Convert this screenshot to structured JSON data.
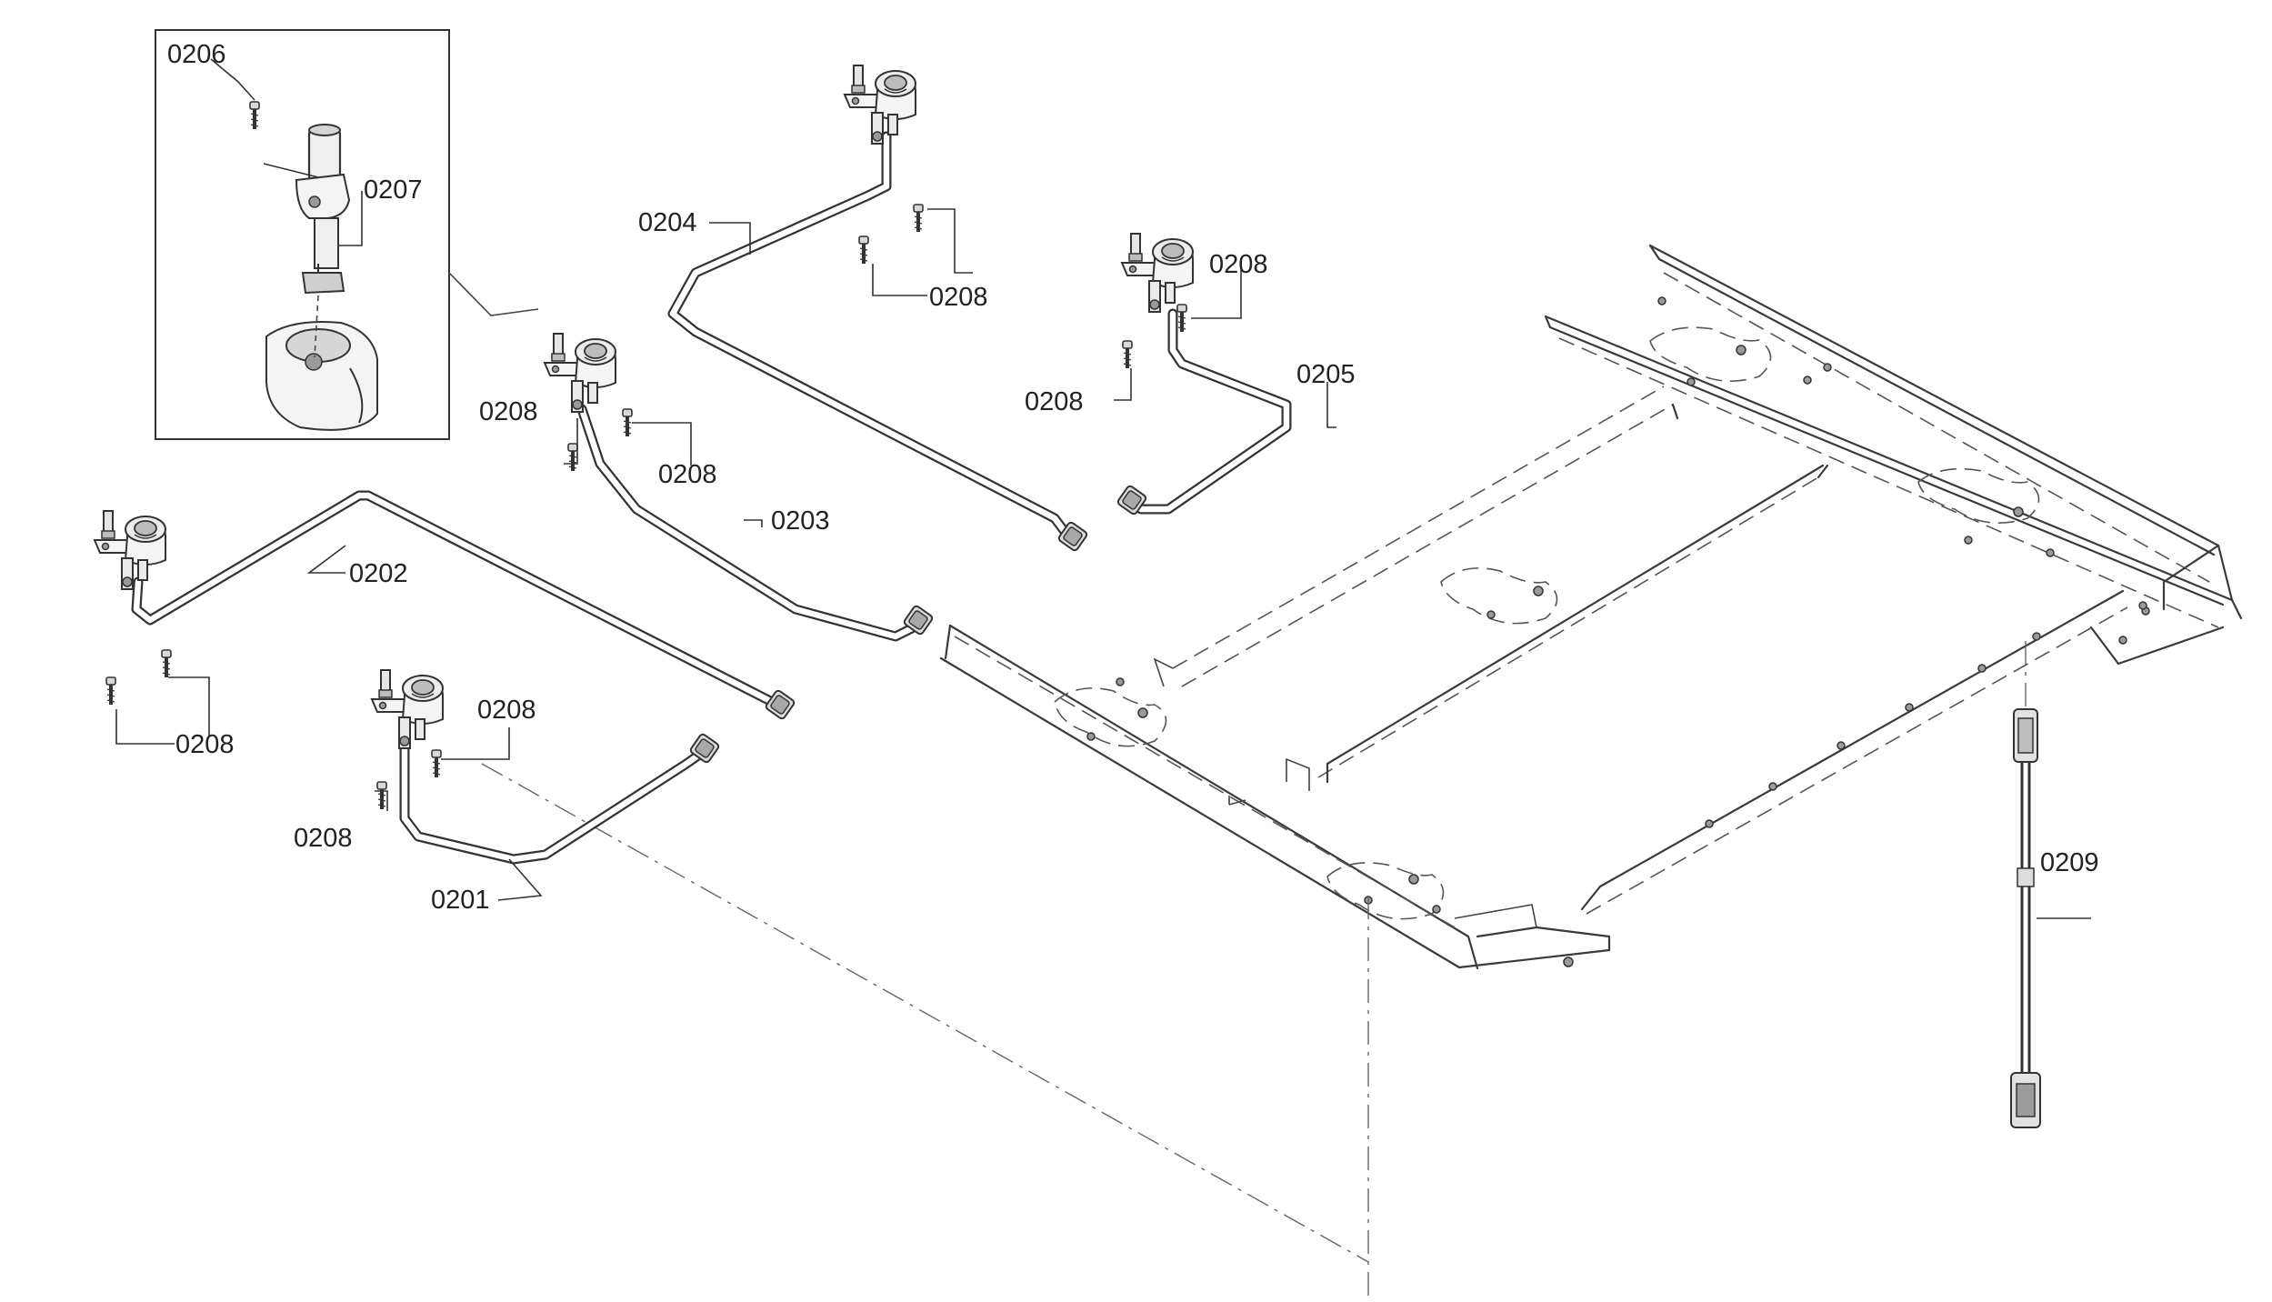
{
  "labels": {
    "p0201": "0201",
    "p0202": "0202",
    "p0203": "0203",
    "p0204": "0204",
    "p0205": "0205",
    "p0206": "0206",
    "p0207": "0207",
    "p0208": "0208",
    "p0209": "0209"
  },
  "colors": {
    "line": "#333333",
    "background": "#ffffff"
  }
}
